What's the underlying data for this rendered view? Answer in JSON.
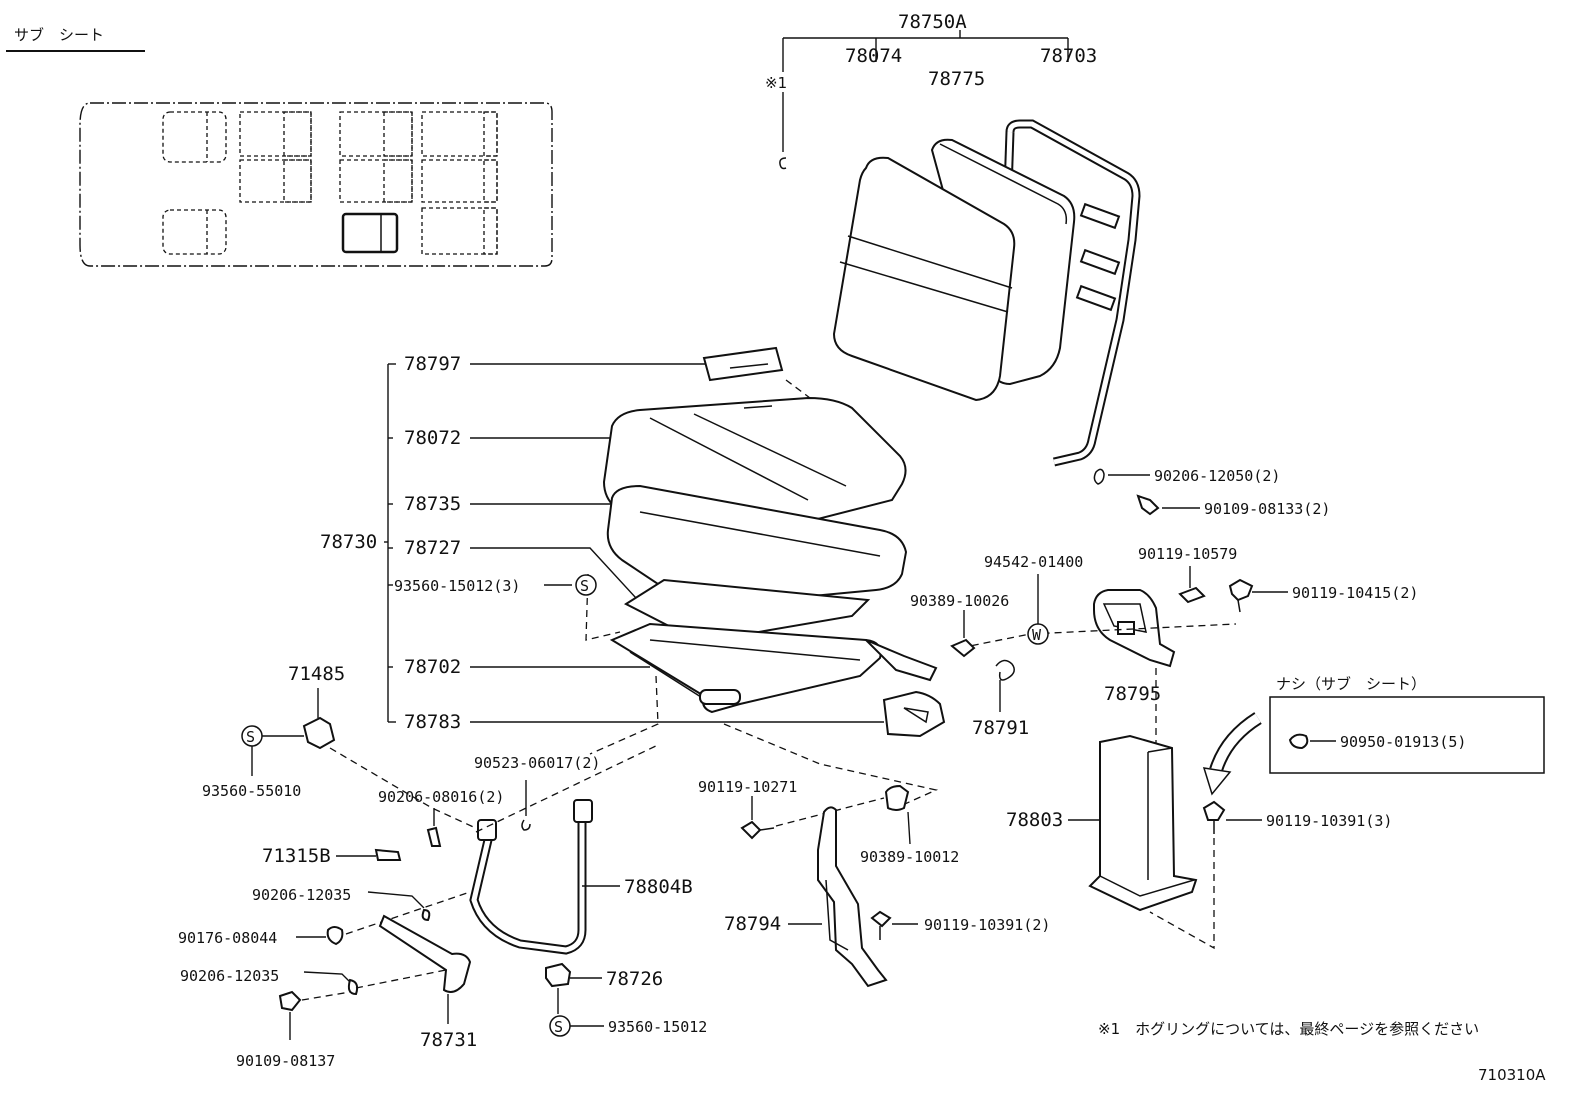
{
  "header": {
    "title": "サブ　シート",
    "figure_code": "710310A",
    "footnote": "※1　ホグリングについては、最終ページを参照ください"
  },
  "markers": {
    "s_symbol": "S",
    "w_symbol": "W",
    "note_mark": "※1"
  },
  "inset": {
    "title": "ナシ（サブ　シート）",
    "part": "90950-01913(5)"
  },
  "parts": {
    "p78750A": "78750A",
    "p78074": "78074",
    "p78775": "78775",
    "p78703": "78703",
    "p78797": "78797",
    "p78072": "78072",
    "p78735": "78735",
    "p78730": "78730",
    "p78727": "78727",
    "p93560_15012_3": "93560-15012(3)",
    "p78702": "78702",
    "p78783": "78783",
    "p90206_12050": "90206-12050(2)",
    "p90109_08133": "90109-08133(2)",
    "p94542_01400": "94542-01400",
    "p90119_10579": "90119-10579",
    "p90119_10415": "90119-10415(2)",
    "p90389_10026": "90389-10026",
    "p78795": "78795",
    "p78791": "78791",
    "p71485": "71485",
    "p93560_55010": "93560-55010",
    "p90523_06017": "90523-06017(2)",
    "p90206_08016": "90206-08016(2)",
    "p71315B": "71315B",
    "p90206_12035a": "90206-12035",
    "p90176_08044": "90176-08044",
    "p90206_12035b": "90206-12035",
    "p90109_08137": "90109-08137",
    "p78731": "78731",
    "p78804B": "78804B",
    "p78726": "78726",
    "p93560_15012": "93560-15012",
    "p90119_10271": "90119-10271",
    "p90389_10012": "90389-10012",
    "p78794": "78794",
    "p90119_10391_2": "90119-10391(2)",
    "p78803": "78803",
    "p90119_10391_3": "90119-10391(3)"
  }
}
